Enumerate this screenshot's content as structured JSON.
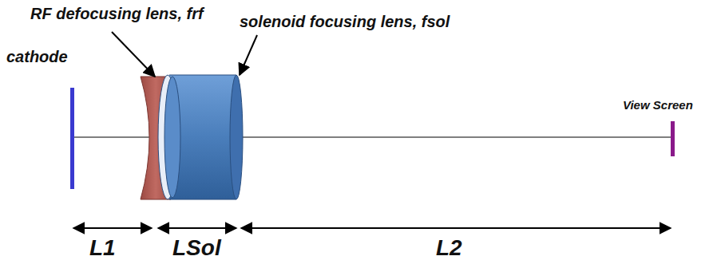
{
  "diagram": {
    "labels": [
      "RF defocusing lens, frf",
      "cathode",
      "solenoid focusing lens, fsol",
      "View Screen",
      "L1",
      "LSol",
      "L2"
    ]
  }
}
